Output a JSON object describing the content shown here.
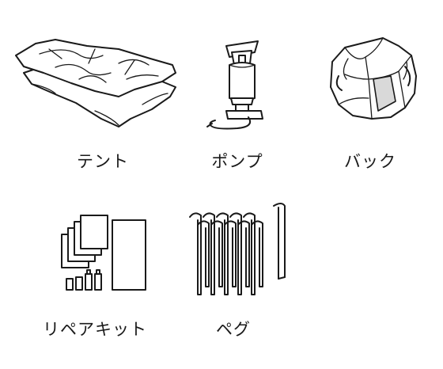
{
  "items": [
    {
      "label": "テント",
      "icon": "tent-icon"
    },
    {
      "label": "ポンプ",
      "icon": "pump-icon"
    },
    {
      "label": "バック",
      "icon": "bag-icon"
    },
    {
      "label": "リペアキット",
      "icon": "repair-kit-icon"
    },
    {
      "label": "ペグ",
      "icon": "peg-icon"
    }
  ]
}
